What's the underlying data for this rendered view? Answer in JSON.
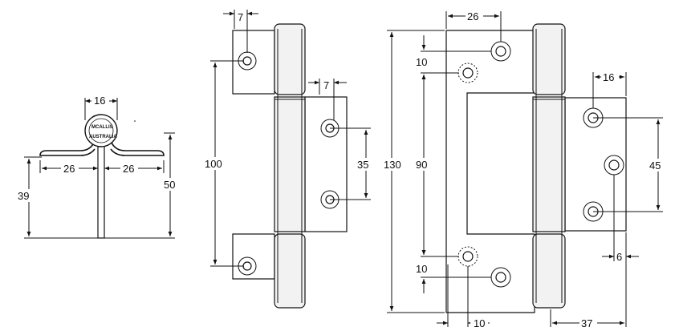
{
  "front_view": {
    "logo_top": "MCALLIS",
    "logo_bottom": "AUSTRALIA",
    "dim_width_16": "16",
    "dim_leaf_left_26": "26",
    "dim_leaf_right_26": "26",
    "dim_height_39": "39",
    "dim_height_50": "50"
  },
  "middle_view": {
    "dim_offset_7_top": "7",
    "dim_offset_7_right": "7",
    "dim_100": "100",
    "dim_35": "35"
  },
  "right_view": {
    "dim_26": "26",
    "dim_10_upper": "10",
    "dim_130": "130",
    "dim_90": "90",
    "dim_16": "16",
    "dim_45": "45",
    "dim_10_lower": "10",
    "dim_6": "6",
    "dim_10_bottom": "10",
    "dim_37": "37"
  }
}
